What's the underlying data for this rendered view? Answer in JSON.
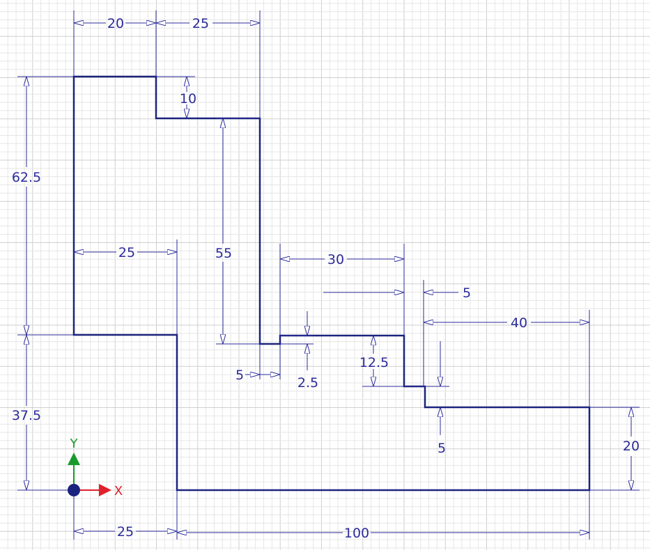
{
  "colors": {
    "background": "#ffffff",
    "grid_minor": "#e6e6e6",
    "grid_major": "#cfcfcf",
    "profile": "#1a237e",
    "dimension": "#2b2b9a",
    "axis_x": "#e0202a",
    "axis_y": "#1a9a2a",
    "origin": "#1a237e"
  },
  "axes": {
    "x_label": "X",
    "y_label": "Y"
  },
  "dimensions": {
    "d_top_left_width": "20",
    "d_top_step_width": "25",
    "d_notch_depth": "10",
    "d_left_upper_height": "62.5",
    "d_left_lower_height": "37.5",
    "d_inner_width": "25",
    "d_slot_height": "55",
    "d_mid_width": "30",
    "d_slot_gap": "5",
    "d_small_step": "2.5",
    "d_step_height": "12.5",
    "d_right_offset": "5",
    "d_right_width": "40",
    "d_lower_step": "5",
    "d_right_height": "20",
    "d_bottom_left_width": "25",
    "d_bottom_width": "100"
  }
}
